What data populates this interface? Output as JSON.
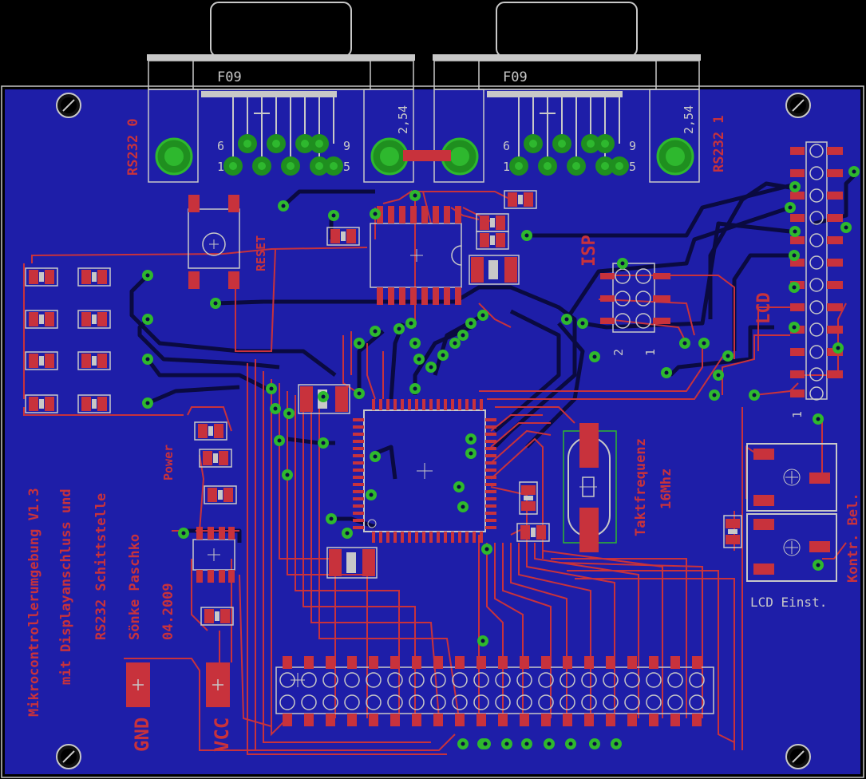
{
  "board": {
    "colors": {
      "background": "#000000",
      "board": "#1e1ea8",
      "top_copper": "#c8323c",
      "bottom_copper": "#0a0a40",
      "silkscreen": "#c8c8c8",
      "via": "#2eb82e",
      "pad": "#1f8f1f"
    }
  },
  "connectors": {
    "rs232_0": {
      "type": "F09",
      "pin_low": "1",
      "pin_6": "6",
      "pin_9": "9",
      "pin_5": "5",
      "pitch": "2,54",
      "label": "RS232 0"
    },
    "rs232_1": {
      "type": "F09",
      "pin_low": "1",
      "pin_6": "6",
      "pin_9": "9",
      "pin_5": "5",
      "pitch": "2,54",
      "label": "RS232 1"
    }
  },
  "labels": {
    "reset": "RESET",
    "isp": "ISP",
    "isp_pin2": "2",
    "isp_pin1": "1",
    "lcd": "LCD",
    "lcd_pin1": "1",
    "power": "Power",
    "taktfrequenz": "Taktfrequenz",
    "freq": "16Mhz",
    "kontr_bel": "Kontr. Bel.",
    "lcd_einst": "LCD Einst.",
    "gnd": "GND",
    "vcc": "VCC"
  },
  "info_text": [
    "Mikrocontrollerumgebung V1.3",
    "mit Displayanschluss und",
    "RS232 Schittstelle",
    "Sönke Paschko",
    "04.2009"
  ]
}
